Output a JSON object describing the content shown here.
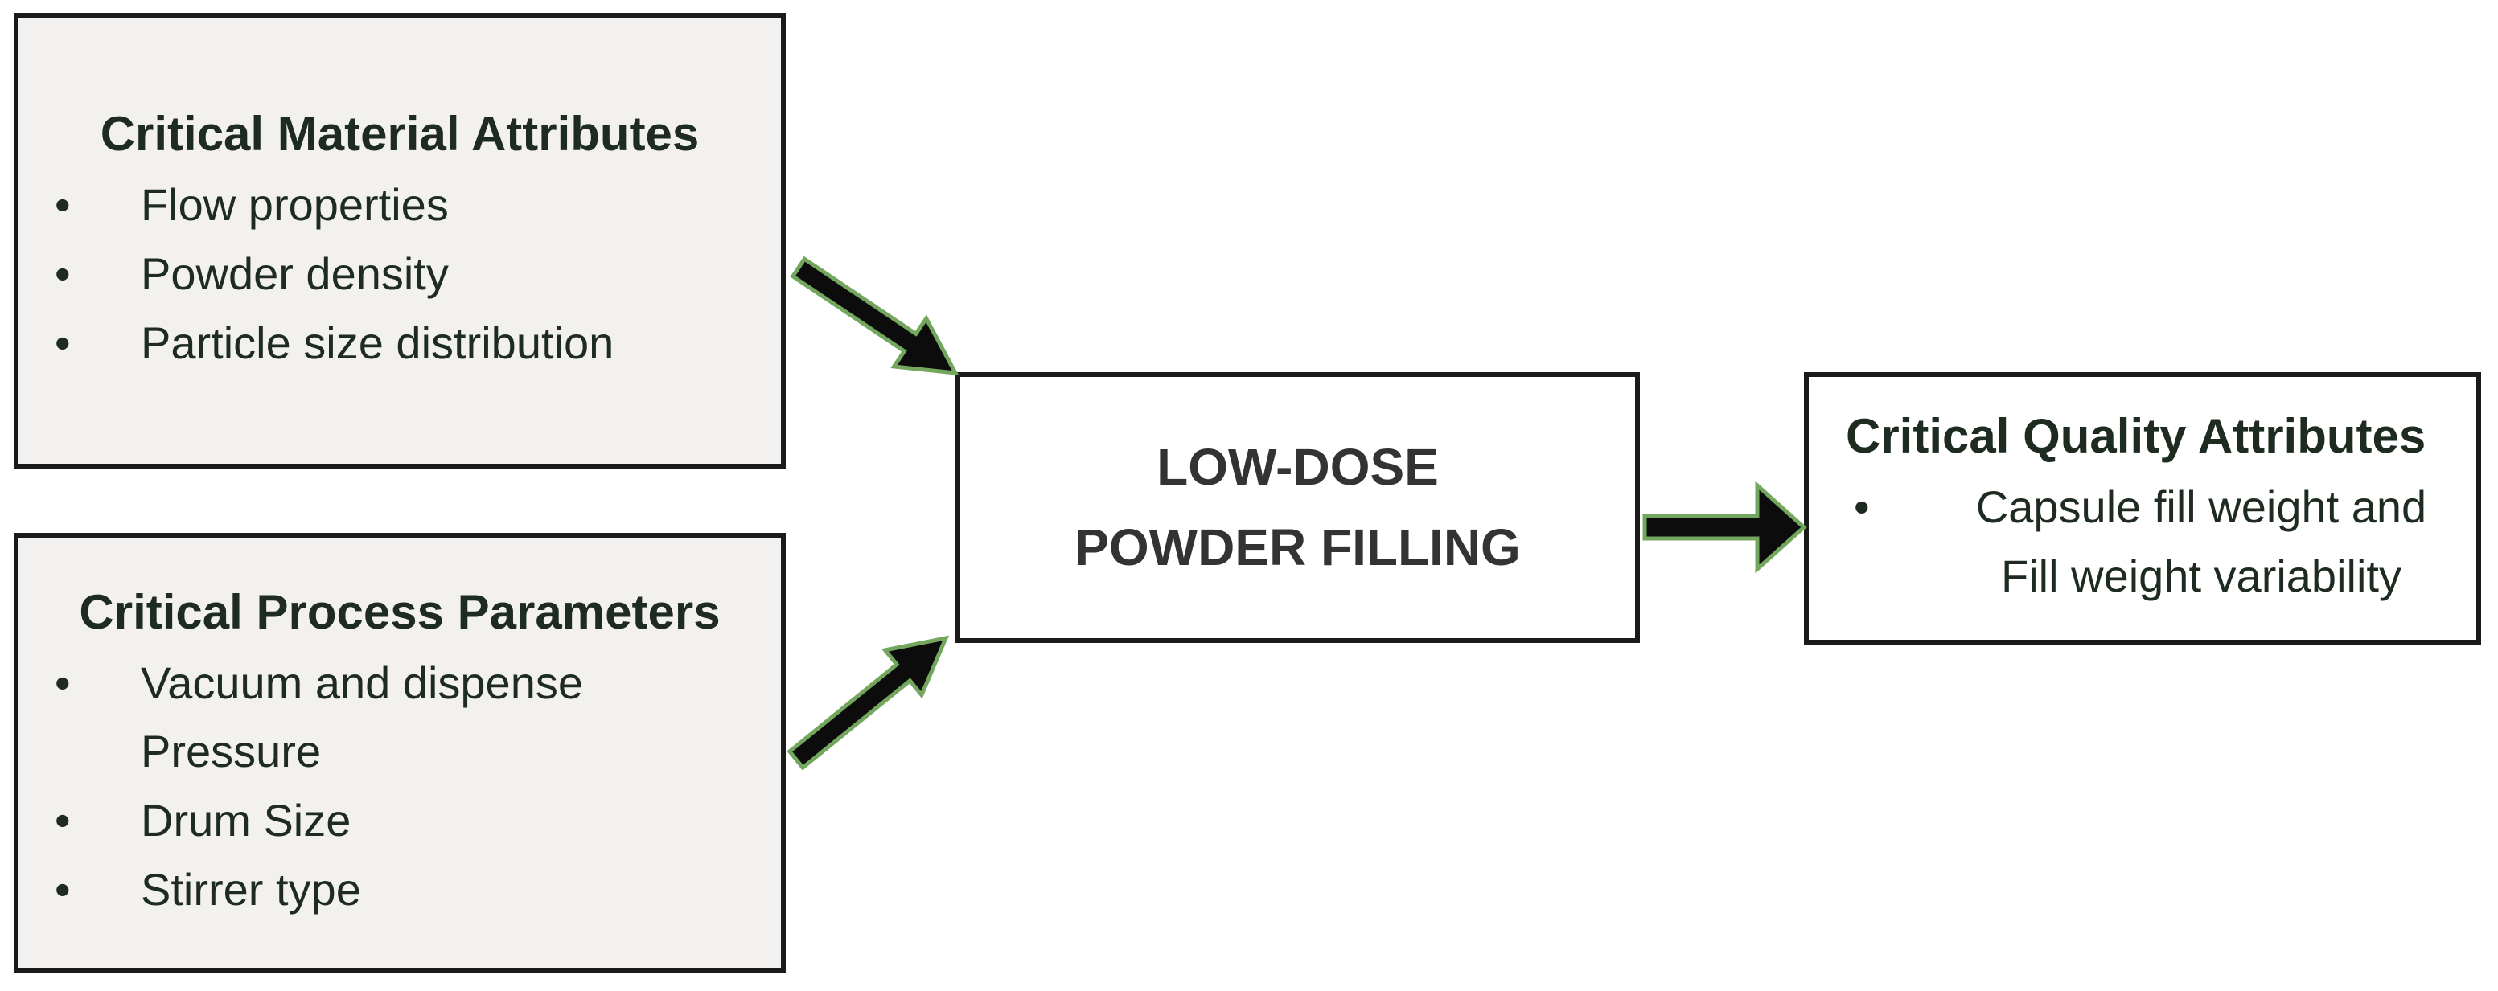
{
  "boxes": {
    "material": {
      "title": "Critical Material Attributes",
      "bullets": [
        "Flow properties",
        "Powder density",
        "Particle size distribution"
      ]
    },
    "process": {
      "title": "Critical Process Parameters",
      "bullets": [
        "Vacuum and dispense\nPressure",
        "Drum Size",
        "Stirrer type"
      ]
    },
    "operation": {
      "label": "LOW-DOSE\nPOWDER FILLING"
    },
    "quality": {
      "title": "Critical Quality Attributes",
      "bullets": [
        "Capsule fill weight and\nFill weight variability"
      ]
    }
  },
  "bullet_glyph": "•",
  "colors": {
    "background": "#ffffff",
    "left_box_fill": "#f2f1ef",
    "white_box_fill": "#ffffff",
    "border": "#1a1a1a",
    "text": "#1e2b20",
    "center_text": "#333333",
    "arrow_fill": "#0c0c0c",
    "arrow_outline": "#74a75e"
  }
}
